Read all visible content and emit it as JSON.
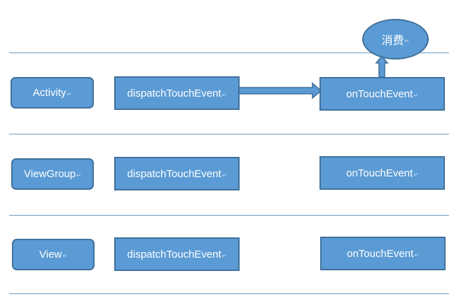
{
  "rows": [
    {
      "layer": "Activity",
      "dispatch": "dispatchTouchEvent",
      "on_touch": "onTouchEvent"
    },
    {
      "layer": "ViewGroup",
      "dispatch": "dispatchTouchEvent",
      "on_touch": "onTouchEvent"
    },
    {
      "layer": "View",
      "dispatch": "dispatchTouchEvent",
      "on_touch": "onTouchEvent"
    }
  ],
  "consume_label": "消费",
  "paragraph_mark": "↵",
  "colors": {
    "box_fill": "#5b9bd5",
    "box_border": "#41719c",
    "divider": "#6a9bc4",
    "text": "#ffffff"
  }
}
